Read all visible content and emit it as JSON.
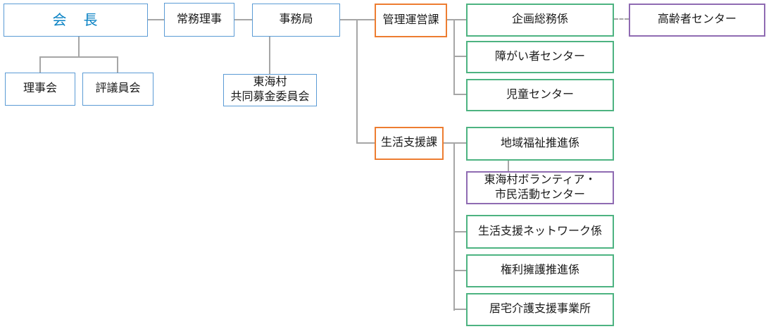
{
  "diagram": {
    "type": "org-chart",
    "nodes": {
      "chairman": {
        "label": "会　長"
      },
      "board": {
        "label": "理事会"
      },
      "councilors": {
        "label": "評議員会"
      },
      "managing_director": {
        "label": "常務理事"
      },
      "secretariat": {
        "label": "事務局"
      },
      "kyodo_bokin": {
        "label": "東海村\n共同募金委員会"
      },
      "kanri_unei_ka": {
        "label": "管理運営課"
      },
      "kikaku_somu": {
        "label": "企画総務係"
      },
      "korei_center": {
        "label": "高齢者センター"
      },
      "shogai_center": {
        "label": "障がい者センター"
      },
      "jido_center": {
        "label": "児童センター"
      },
      "seikatsu_shien_ka": {
        "label": "生活支援課"
      },
      "chiiki_fukushi": {
        "label": "地域福祉推進係"
      },
      "volunteer_center": {
        "label": "東海村ボランティア・\n市民活動センター"
      },
      "shien_network": {
        "label": "生活支援ネットワーク係"
      },
      "kenri_yogo": {
        "label": "権利擁護推進係"
      },
      "kyotaku_kaigo": {
        "label": "居宅介護支援事業所"
      }
    },
    "edges": [
      {
        "from": "chairman",
        "to": "board",
        "style": "solid"
      },
      {
        "from": "chairman",
        "to": "councilors",
        "style": "solid"
      },
      {
        "from": "chairman",
        "to": "managing_director",
        "style": "solid"
      },
      {
        "from": "managing_director",
        "to": "secretariat",
        "style": "solid"
      },
      {
        "from": "secretariat",
        "to": "kyodo_bokin",
        "style": "solid"
      },
      {
        "from": "secretariat",
        "to": "kanri_unei_ka",
        "style": "solid"
      },
      {
        "from": "secretariat",
        "to": "seikatsu_shien_ka",
        "style": "solid"
      },
      {
        "from": "kanri_unei_ka",
        "to": "kikaku_somu",
        "style": "solid"
      },
      {
        "from": "kikaku_somu",
        "to": "korei_center",
        "style": "dashed"
      },
      {
        "from": "kanri_unei_ka",
        "to": "shogai_center",
        "style": "solid"
      },
      {
        "from": "kanri_unei_ka",
        "to": "jido_center",
        "style": "solid"
      },
      {
        "from": "seikatsu_shien_ka",
        "to": "chiiki_fukushi",
        "style": "solid"
      },
      {
        "from": "chiiki_fukushi",
        "to": "volunteer_center",
        "style": "solid"
      },
      {
        "from": "seikatsu_shien_ka",
        "to": "shien_network",
        "style": "solid"
      },
      {
        "from": "seikatsu_shien_ka",
        "to": "kenri_yogo",
        "style": "solid"
      },
      {
        "from": "seikatsu_shien_ka",
        "to": "kyotaku_kaigo",
        "style": "solid"
      }
    ],
    "colors": {
      "blue_border": "#5b9bd5",
      "orange_border": "#ed7d31",
      "green_border": "#4db381",
      "purple_border": "#8f6bb2",
      "connector_gray": "#a6a6a6",
      "chairman_text": "#0982c4",
      "text": "#1a1a1a",
      "background": "#ffffff"
    }
  }
}
